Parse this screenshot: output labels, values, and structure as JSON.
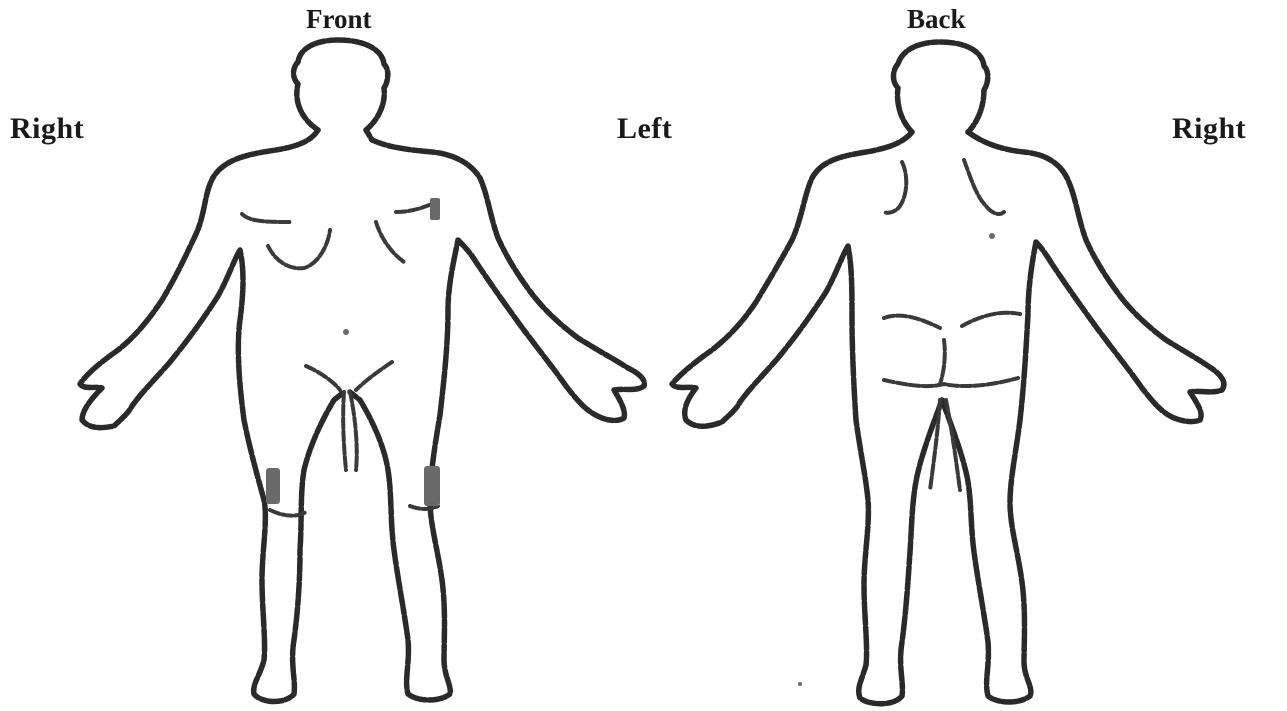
{
  "labels": {
    "front": "Front",
    "back": "Back",
    "right_front": "Right",
    "left_front": "Left",
    "right_back": "Right"
  },
  "colors": {
    "ink": "#2a2a2a",
    "background": "#ffffff"
  }
}
